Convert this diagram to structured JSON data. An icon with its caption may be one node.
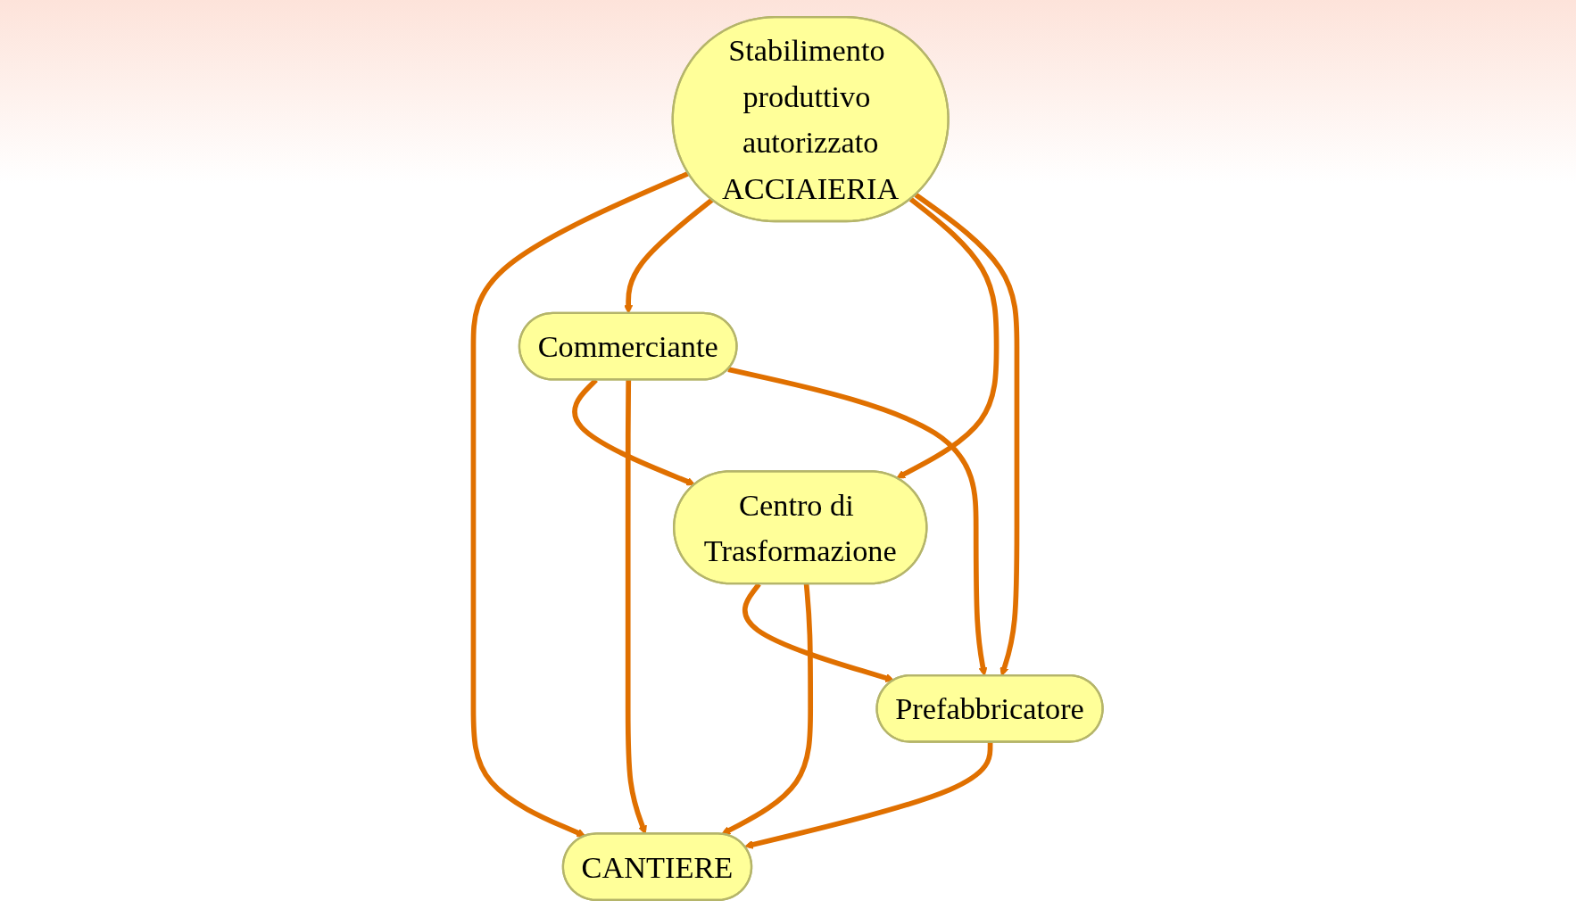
{
  "diagram": {
    "nodes": [
      {
        "text": [
          "Stabilimento produttivo autorizzato",
          "ACCIAIERIA"
        ]
      },
      {
        "text": [
          "Commerciante"
        ]
      },
      {
        "text": [
          "Centro di Trasformazione"
        ]
      },
      {
        "text": [
          "Prefabbricatore"
        ]
      },
      {
        "text": [
          "CANTIERE"
        ]
      }
    ],
    "edges": [
      {
        "from": 0,
        "to": 4,
        "arrow": "to"
      },
      {
        "from": 0,
        "to": 1,
        "arrow": "to"
      },
      {
        "from": 0,
        "to": 2,
        "arrow": "to"
      },
      {
        "from": 0,
        "to": 3,
        "arrow": "to"
      },
      {
        "from": 1,
        "to": 2,
        "arrow": "to"
      },
      {
        "from": 1,
        "to": 4,
        "arrow": "to"
      },
      {
        "from": 1,
        "to": 3,
        "arrow": "to"
      },
      {
        "from": 2,
        "to": 3,
        "arrow": "to"
      },
      {
        "from": 2,
        "to": 4,
        "arrow": "to"
      },
      {
        "from": 3,
        "to": 4,
        "arrow": "to"
      }
    ]
  }
}
